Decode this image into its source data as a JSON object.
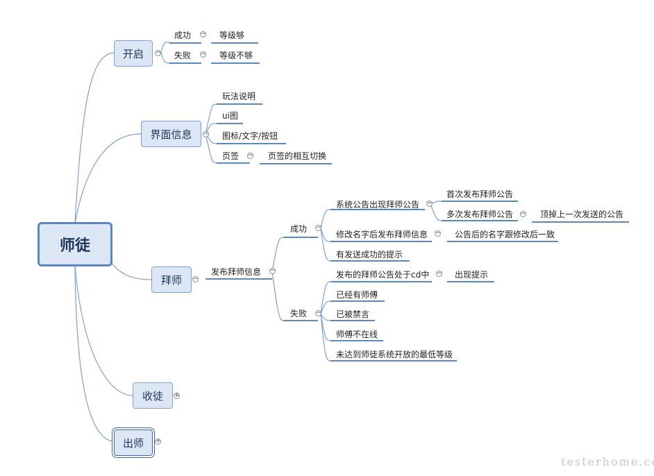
{
  "root": "师徒",
  "branches": {
    "open": {
      "label": "开启",
      "success": "成功",
      "success_result": "等级够",
      "fail": "失败",
      "fail_result": "等级不够"
    },
    "ui": {
      "label": "界面信息",
      "items": [
        "玩法说明",
        "ui图",
        "图标/文字/按钮",
        "页签"
      ],
      "tab_detail": "页签的相互切换"
    },
    "apprentice": {
      "label": "拜师",
      "publish": "发布拜师信息",
      "success": {
        "label": "成功",
        "items": [
          "系统公告出现拜师公告",
          "修改名字后发布拜师信息",
          "有发送成功的提示"
        ],
        "notice_children": [
          "首次发布拜师公告",
          "多次发布拜师公告"
        ],
        "multi_detail": "顶掉上一次发送的公告",
        "rename_detail": "公告后的名字跟修改后一致"
      },
      "fail": {
        "label": "失败",
        "items": [
          "发布的拜师公告处于cd中",
          "已经有师傅",
          "已被禁言",
          "师傅不在线",
          "未达到师徒系统开放的最低等级"
        ],
        "cd_detail": "出现提示"
      }
    },
    "recruit": {
      "label": "收徒"
    },
    "graduate": {
      "label": "出师"
    }
  },
  "watermark": "testerhome.com"
}
